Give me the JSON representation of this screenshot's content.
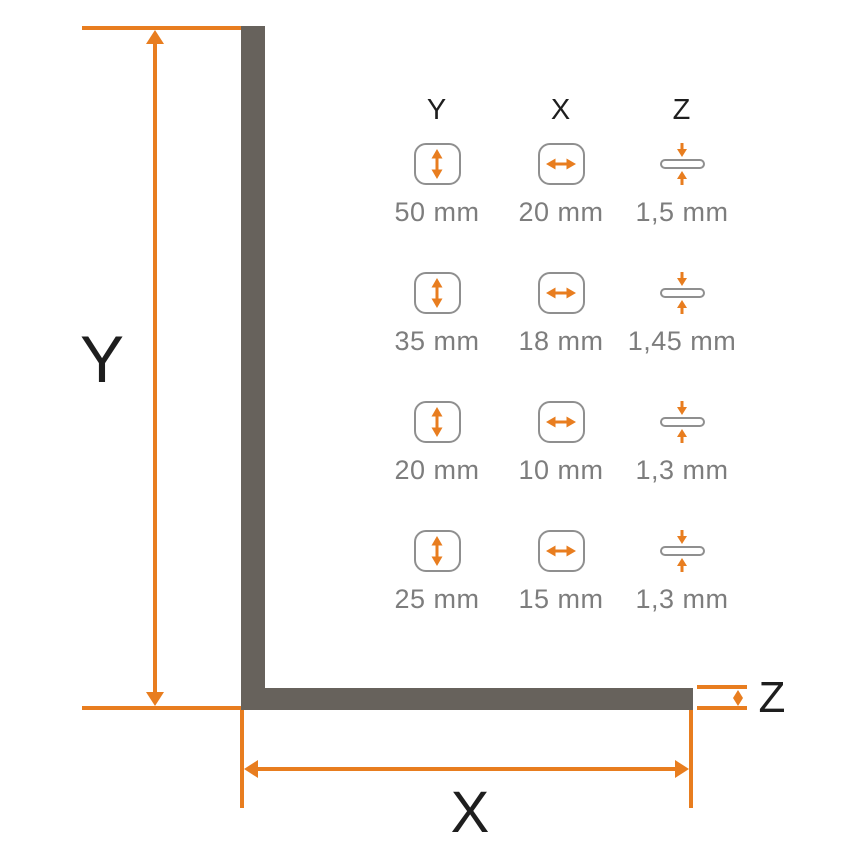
{
  "colors": {
    "accent_orange": "#E87D1F",
    "profile_gray": "#67625C",
    "icon_border_gray": "#8F8F8F",
    "value_text_gray": "#7D7D7D",
    "label_text_dark": "#1E1E1E",
    "background": "#FFFFFF"
  },
  "diagram": {
    "height_dimension_label": "Y",
    "width_dimension_label": "X",
    "thickness_dimension_label": "Z"
  },
  "size_table": {
    "columns": [
      {
        "key": "y",
        "label": "Y",
        "icon": "vertical-double-arrow-in-square-icon"
      },
      {
        "key": "x",
        "label": "X",
        "icon": "horizontal-double-arrow-in-square-icon"
      },
      {
        "key": "z",
        "label": "Z",
        "icon": "thickness-compress-arrows-icon"
      }
    ],
    "rows": [
      {
        "y": "50 mm",
        "x": "20 mm",
        "z": "1,5 mm"
      },
      {
        "y": "35 mm",
        "x": "18 mm",
        "z": "1,45 mm"
      },
      {
        "y": "20 mm",
        "x": "10 mm",
        "z": "1,3 mm"
      },
      {
        "y": "25 mm",
        "x": "15 mm",
        "z": "1,3 mm"
      }
    ]
  }
}
